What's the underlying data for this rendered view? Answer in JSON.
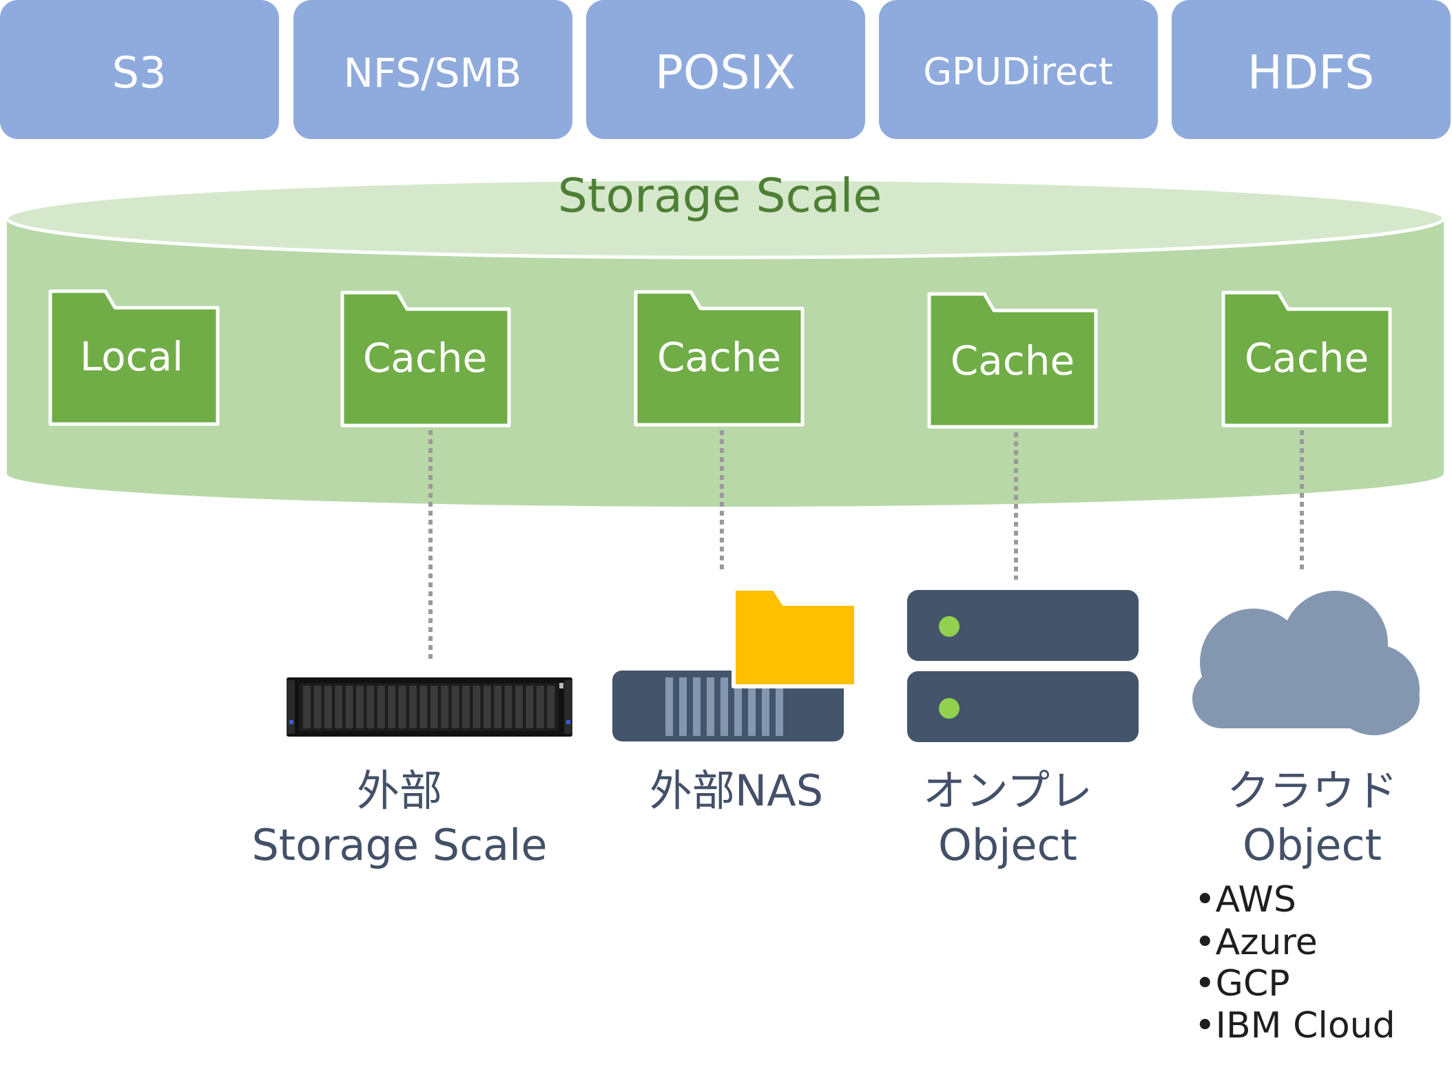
{
  "protocols": [
    "S3",
    "NFS/SMB",
    "POSIX",
    "GPUDirect",
    "HDFS"
  ],
  "storage": {
    "title": "Storage Scale"
  },
  "folders": [
    "Local",
    "Cache",
    "Cache",
    "Cache",
    "Cache"
  ],
  "targets": {
    "external_scale": {
      "line1": "外部",
      "line2": "Storage Scale"
    },
    "external_nas": {
      "line1": "外部NAS"
    },
    "onprem_object": {
      "line1": "オンプレ",
      "line2": "Object"
    },
    "cloud_object": {
      "line1": "クラウド",
      "line2": "Object",
      "providers": [
        "•AWS",
        "•Azure",
        "•GCP",
        "•IBM Cloud"
      ]
    }
  },
  "icons": {
    "storage_array": "rack-storage-server-icon",
    "nas": "nas-device-icon",
    "nas_folder": "folder-icon",
    "object_server": "server-stack-icon",
    "cloud": "cloud-icon"
  },
  "colors": {
    "protocol_box": "#8faadc",
    "cylinder_body": "#b8d8a8",
    "cylinder_top": "#d5e8cc",
    "storage_title": "#4e7f35",
    "folder": "#70ad47",
    "dotted_line": "#9a9a9a",
    "label_text": "#435068",
    "server": "#44546a",
    "server_led": "#92d050",
    "nas_folder": "#ffc000",
    "cloud": "#8497b0"
  }
}
